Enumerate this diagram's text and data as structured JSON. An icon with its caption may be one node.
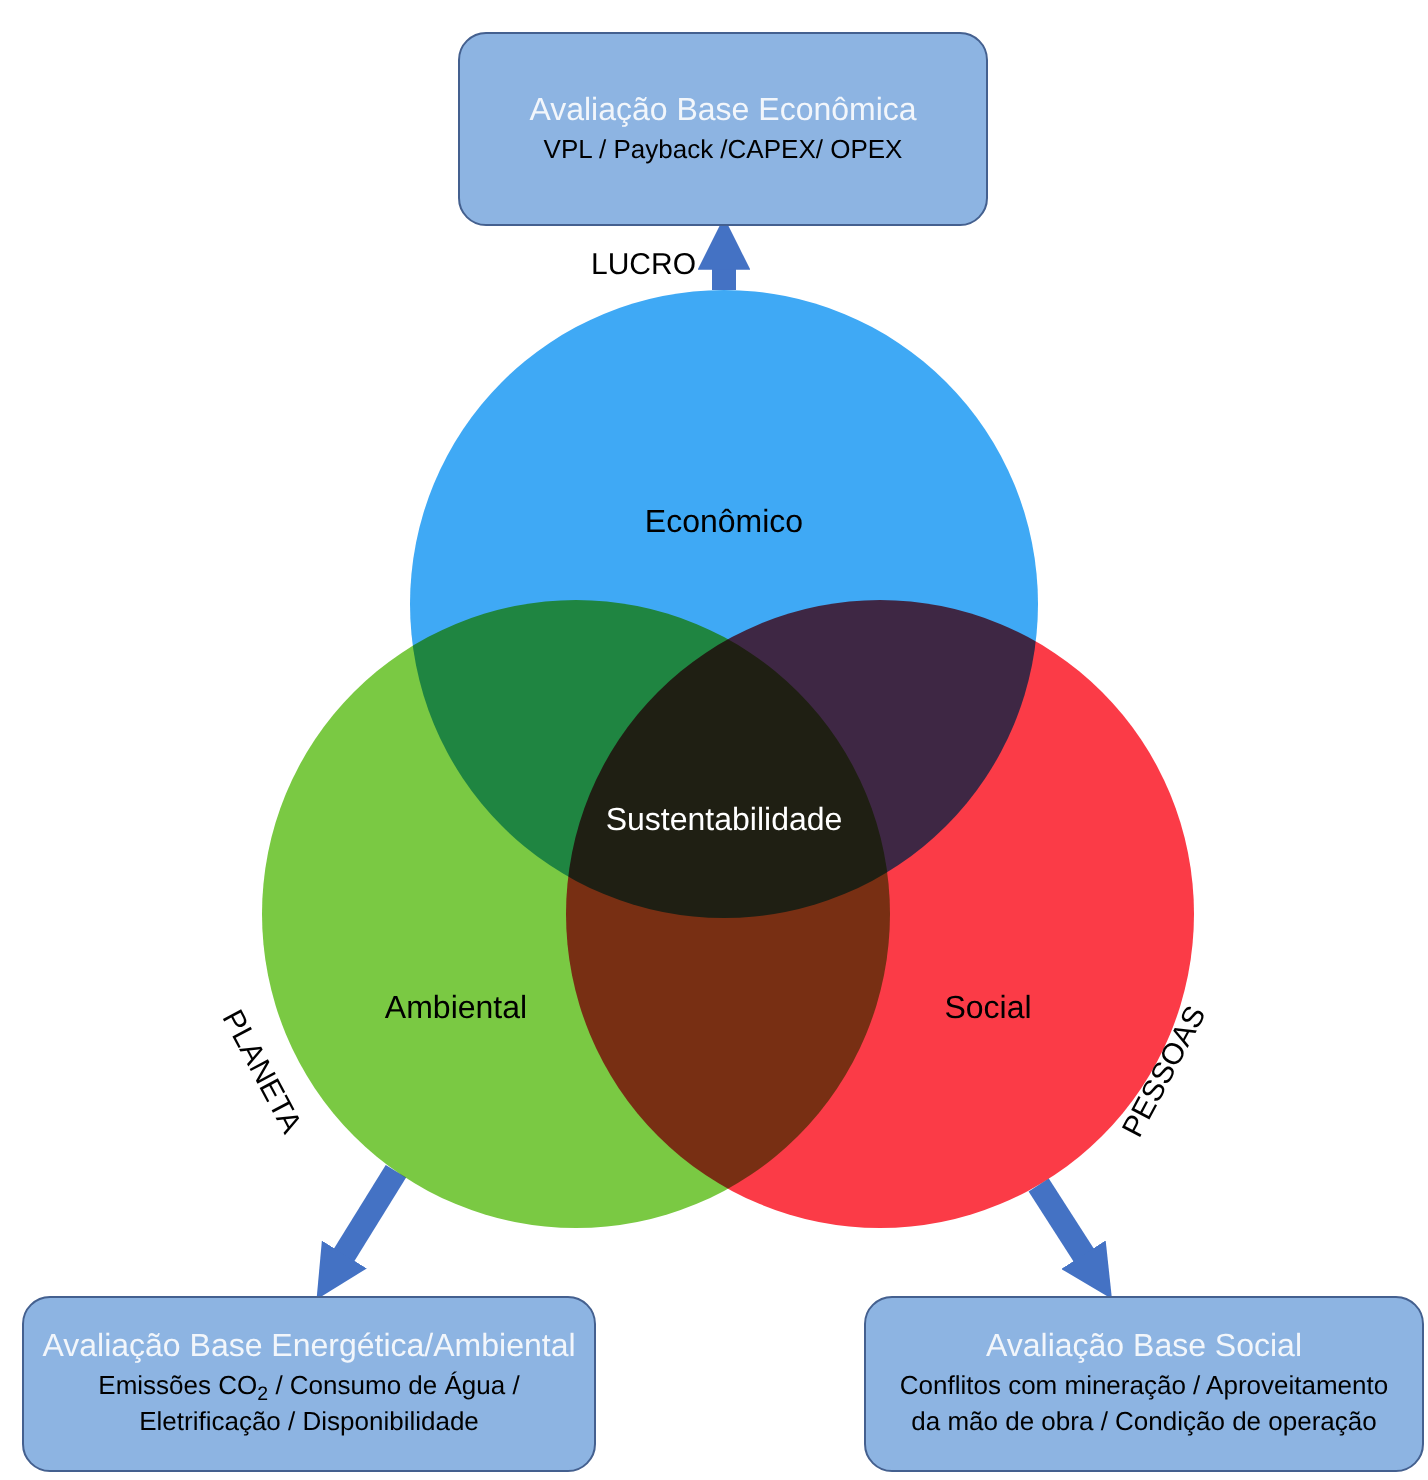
{
  "diagram": {
    "nodes": [
      {
        "text": [
          "Avaliação Base Econômica",
          "VPL / Payback /CAPEX/ OPEX"
        ]
      },
      {
        "text": [
          "Econômico"
        ]
      },
      {
        "text": [
          "Ambiental"
        ]
      },
      {
        "text": [
          "Social"
        ]
      },
      {
        "text": [
          "Avaliação Base Energética/Ambiental",
          "Emissões CO$_{2}$ / Consumo de Água / Eletrificação / Disponibilidade"
        ]
      },
      {
        "text": [
          "Avaliação Base Social",
          "Conflitos com mineração / Aproveitamento da mão de obra / Condição de operação"
        ]
      }
    ],
    "edges": [
      {
        "from": 1,
        "to": 0,
        "arrow": "to"
      },
      {
        "from": 2,
        "to": 4,
        "arrow": "to"
      },
      {
        "from": 3,
        "to": 5,
        "arrow": "to"
      }
    ],
    "labels": [
      "LUCRO",
      "Sustentabilidade",
      "PLANETA",
      "PESSOAS"
    ]
  }
}
